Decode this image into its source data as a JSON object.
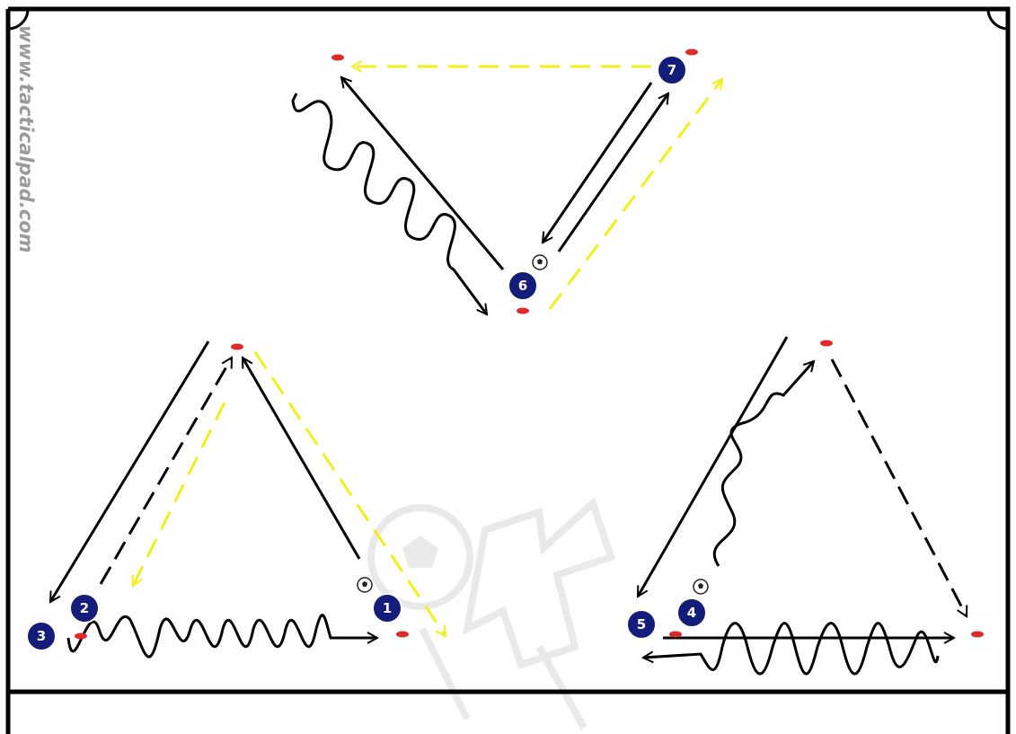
{
  "watermark": {
    "text": "www.tacticalpad.com"
  },
  "colors": {
    "player_fill": "#151d7a",
    "player_text": "#ffffff",
    "cone": "#e02a2a",
    "pass_line": "#f2ef1a",
    "run_line": "#000000",
    "field_line": "#000000"
  },
  "players": [
    {
      "id": "p1",
      "label": "1"
    },
    {
      "id": "p2",
      "label": "2"
    },
    {
      "id": "p3",
      "label": "3"
    },
    {
      "id": "p4",
      "label": "4"
    },
    {
      "id": "p5",
      "label": "5"
    },
    {
      "id": "p6",
      "label": "6"
    },
    {
      "id": "p7",
      "label": "7"
    }
  ],
  "icons": {
    "ball": "soccer-ball-icon",
    "cone": "cone-icon",
    "background_logo": "tacticalpad-logo-icon"
  }
}
